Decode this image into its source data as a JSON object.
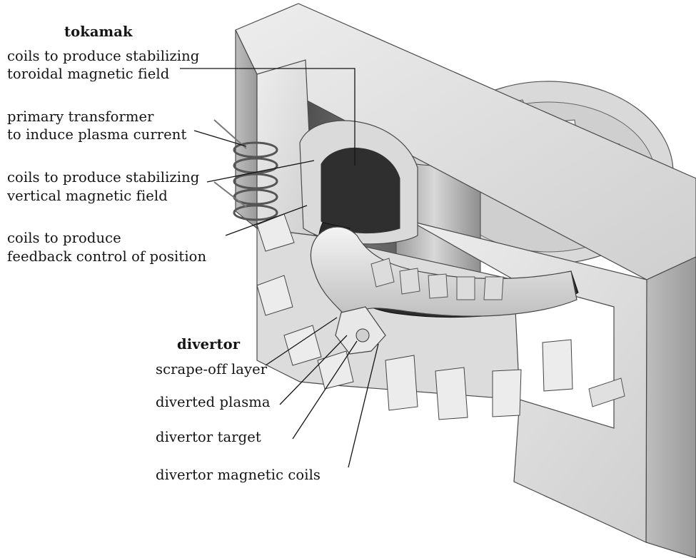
{
  "tokamak": {
    "heading": "tokamak",
    "toroidal_coils": [
      "coils to produce stabilizing",
      "toroidal magnetic field"
    ],
    "primary_transformer": [
      "primary transformer",
      "to induce plasma current"
    ],
    "vertical_coils": [
      "coils to produce stabilizing",
      "vertical magnetic field"
    ],
    "feedback_coils": [
      "coils to produce",
      "feedback control of position"
    ]
  },
  "divertor": {
    "heading": "divertor",
    "scrape_off_layer": "scrape-off layer",
    "diverted_plasma": "diverted plasma",
    "divertor_target": "divertor target",
    "divertor_magnetic_coils": "divertor magnetic coils"
  },
  "colors": {
    "ink": "#141414",
    "metal_light": "#e6e6e6",
    "metal_mid": "#c4c4c4",
    "metal_dark": "#8d8d8d",
    "plasma_dark": "#2b2b2b"
  }
}
